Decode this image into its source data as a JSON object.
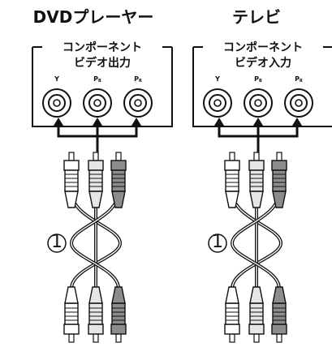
{
  "devices": [
    {
      "name": "DVDプレーヤー",
      "panel_line1": "コンポーネント",
      "panel_line2": "ビデオ出力",
      "ports": [
        "Y",
        "PB",
        "PR"
      ],
      "cable_marker": "①"
    },
    {
      "name": "テレビ",
      "panel_line1": "コンポーネント",
      "panel_line2": "ビデオ入力",
      "ports": [
        "Y",
        "PB",
        "PR"
      ],
      "cable_marker": "①"
    }
  ],
  "plug_colors": [
    "#ffffff",
    "#e6e6e6",
    "#8c8c8c"
  ],
  "line_color": "#111111"
}
